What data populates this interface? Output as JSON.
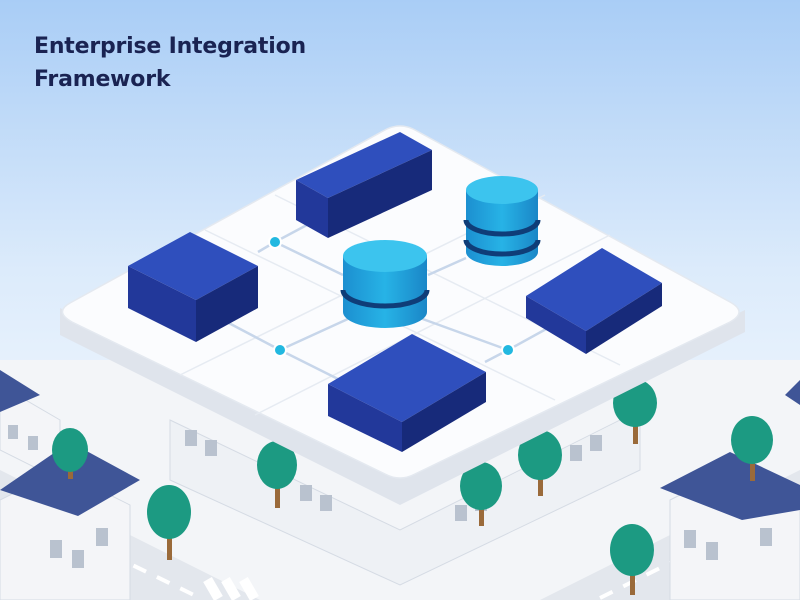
{
  "header": {
    "title_line1": "Enterprise Integration",
    "title_line2": "Framework"
  },
  "colors": {
    "sky_top": "#a9cdf6",
    "sky_bottom": "#ffffff",
    "platform_top": "#fbfcfe",
    "platform_side": "#dfe4ec",
    "module_top": "#2f4fbd",
    "module_left": "#22389a",
    "module_right": "#172a7a",
    "database": "#1fa3dc",
    "database_band": "#0f3d78",
    "connector": "#c7d6ea",
    "node": "#22b8e0",
    "tree": "#1c9a82",
    "trunk": "#9a6a3a",
    "house_roof": "#3f5597",
    "house_wall": "#f4f5f8",
    "road": "#e3e7ed"
  },
  "diagram": {
    "modules": [
      {
        "name": "module-top-center"
      },
      {
        "name": "module-left"
      },
      {
        "name": "module-right"
      },
      {
        "name": "module-bottom"
      }
    ],
    "databases": [
      {
        "name": "database-top-right"
      },
      {
        "name": "database-center"
      }
    ]
  }
}
